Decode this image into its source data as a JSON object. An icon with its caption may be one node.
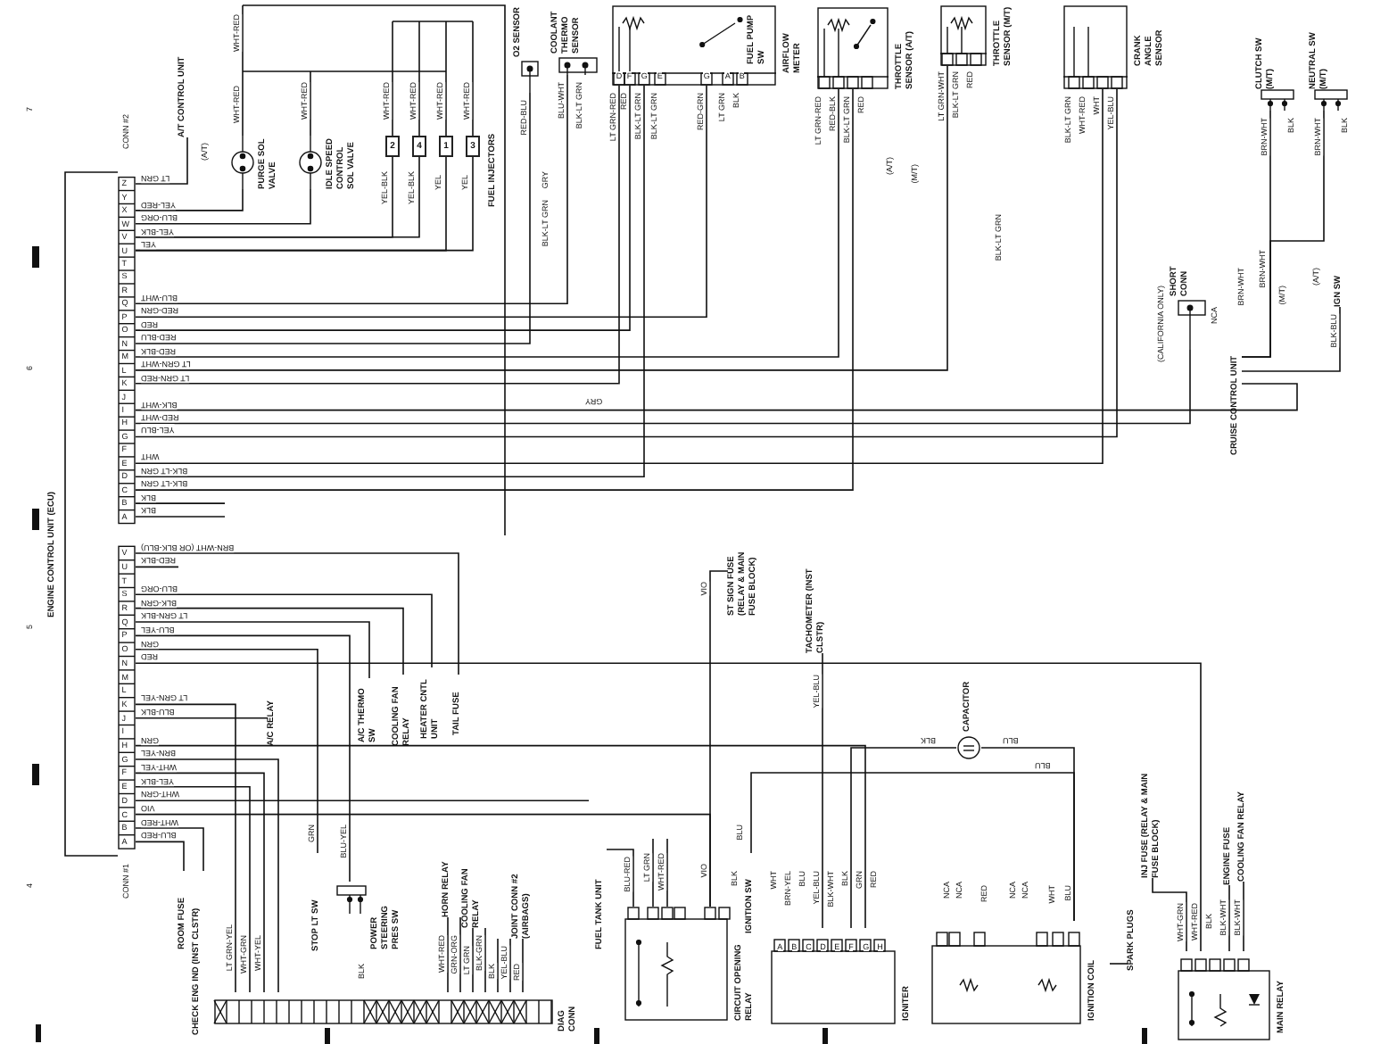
{
  "diagram": {
    "nodes": [
      {
        "text": [
          "ENGINE CONTROL UNIT (ECU)"
        ]
      },
      {
        "text": [
          "A/T CONTROL UNIT"
        ]
      },
      {
        "text": [
          "PURGE SOL VALVE"
        ]
      },
      {
        "text": [
          "IDLE SPEED CONTROL SOL VALVE"
        ]
      },
      {
        "text": [
          "FUEL INJECTORS"
        ]
      },
      {
        "text": [
          "2"
        ],
        "in": 4
      },
      {
        "text": [
          "4"
        ],
        "in": 4
      },
      {
        "text": [
          "1"
        ],
        "in": 4
      },
      {
        "text": [
          "3"
        ],
        "in": 4
      },
      {
        "text": [
          "O2 SENSOR"
        ]
      },
      {
        "text": [
          "COOLANT THERMO SENSOR"
        ]
      },
      {
        "text": [
          "FUEL PUMP SW",
          "AIRFLOW METER"
        ]
      },
      {
        "text": [
          "THROTTLE SENSOR (A/T)"
        ]
      },
      {
        "text": [
          "THROTTLE SENSOR (M/T)"
        ]
      },
      {
        "text": [
          "CRANK ANGLE SENSOR"
        ]
      },
      {
        "text": [
          "CLUTCH SW (M/T)"
        ]
      },
      {
        "text": [
          "NEUTRAL SW (M/T)"
        ]
      },
      {
        "text": [
          "SHORT CONN"
        ]
      },
      {
        "text": [
          "CRUISE CONTROL UNIT"
        ]
      },
      {
        "text": [
          "IGN SW"
        ]
      },
      {
        "text": [
          "A/C RELAY"
        ]
      },
      {
        "text": [
          "A/C THERMO SW"
        ]
      },
      {
        "text": [
          "COOLING FAN RELAY"
        ]
      },
      {
        "text": [
          "HEATER CNTL UNIT"
        ]
      },
      {
        "text": [
          "TAIL FUSE"
        ]
      },
      {
        "text": [
          "ROOM FUSE"
        ]
      },
      {
        "text": [
          "CHECK ENG IND (INST CLSTR)"
        ]
      },
      {
        "text": [
          "STOP LT SW"
        ]
      },
      {
        "text": [
          "POWER STEERING PRES SW"
        ]
      },
      {
        "text": [
          "HORN RELAY"
        ]
      },
      {
        "text": [
          "COOLING FAN RELAY"
        ]
      },
      {
        "text": [
          "JOINT CONN #2 (AIRBAGS)"
        ]
      },
      {
        "text": [
          "DIAG CONN"
        ]
      },
      {
        "text": [
          "FUEL TANK UNIT"
        ]
      },
      {
        "text": [
          "CIRCUIT OPENING RELAY"
        ]
      },
      {
        "text": [
          "ST SIGN FUSE (RELAY & MAIN FUSE BLOCK)"
        ]
      },
      {
        "text": [
          "TACHOMETER (INST CLSTR)"
        ]
      },
      {
        "text": [
          "IGNITION SW"
        ]
      },
      {
        "text": [
          "IGNITER"
        ]
      },
      {
        "text": [
          "CAPACITOR"
        ]
      },
      {
        "text": [
          "IGNITION COIL"
        ]
      },
      {
        "text": [
          "SPARK PLUGS"
        ]
      },
      {
        "text": [
          "INJ FUSE (RELAY & MAIN FUSE BLOCK)"
        ]
      },
      {
        "text": [
          "ENGINE FUSE"
        ]
      },
      {
        "text": [
          "COOLING FAN RELAY"
        ]
      },
      {
        "text": [
          "MAIN RELAY"
        ]
      }
    ],
    "edges": [
      {
        "from": 0,
        "to": 1,
        "arrow": "none",
        "label": "LT GRN"
      },
      {
        "from": 0,
        "to": 2,
        "arrow": "none",
        "label": "YEL-RED"
      },
      {
        "from": 0,
        "to": 3,
        "arrow": "none",
        "label": "BLU-ORG"
      },
      {
        "from": 0,
        "to": 5,
        "arrow": "none",
        "label": "YEL-BLK"
      },
      {
        "from": 0,
        "to": 6,
        "arrow": "none"
      },
      {
        "from": 0,
        "to": 7,
        "arrow": "none",
        "label": "YEL"
      },
      {
        "from": 0,
        "to": 8,
        "arrow": "none"
      },
      {
        "from": 0,
        "to": 10,
        "arrow": "none",
        "label": "BLU-WHT"
      },
      {
        "from": 0,
        "to": 11,
        "arrow": "none",
        "label": "RED-GRN"
      },
      {
        "from": 0,
        "to": 11,
        "arrow": "none",
        "label": "RED"
      },
      {
        "from": 0,
        "to": 9,
        "arrow": "none",
        "label": "RED-BLU"
      },
      {
        "from": 0,
        "to": 12,
        "arrow": "none",
        "label": "RED-BLK"
      },
      {
        "from": 0,
        "to": 13,
        "arrow": "none",
        "label": "LT GRN-WHT"
      },
      {
        "from": 0,
        "to": 11,
        "arrow": "none",
        "label": "LT GRN-RED"
      },
      {
        "from": 0,
        "to": 18,
        "arrow": "none",
        "label": "BLK-WHT"
      },
      {
        "from": 0,
        "to": 17,
        "arrow": "none",
        "label": "RED-WHT"
      },
      {
        "from": 0,
        "to": 14,
        "arrow": "none",
        "label": "YEL-BLU"
      },
      {
        "from": 0,
        "to": 14,
        "arrow": "none",
        "label": "WHT"
      },
      {
        "from": 0,
        "to": 11,
        "arrow": "none",
        "label": "BLK-LT GRN"
      },
      {
        "from": 0,
        "to": 12,
        "arrow": "none",
        "label": "BLK-LT GRN"
      },
      {
        "from": 0,
        "to": null,
        "arrow": "none",
        "label": "BLK"
      },
      {
        "from": 0,
        "to": null,
        "arrow": "none",
        "label": "BLK"
      },
      {
        "from": 0,
        "to": 24,
        "arrow": "none",
        "label": "BRN-WHT (OR BLK-BLU)"
      },
      {
        "from": 0,
        "to": null,
        "arrow": "none",
        "label": "RED-BLK"
      },
      {
        "from": 0,
        "to": 23,
        "arrow": "none",
        "label": "BLU-ORG"
      },
      {
        "from": 0,
        "to": 22,
        "arrow": "none",
        "label": "BLK-GRN"
      },
      {
        "from": 0,
        "to": 21,
        "arrow": "none",
        "label": "LT GRN-BLK"
      },
      {
        "from": 0,
        "to": 28,
        "arrow": "none",
        "label": "BLU-YEL"
      },
      {
        "from": 0,
        "to": 27,
        "arrow": "none",
        "label": "GRN"
      },
      {
        "from": 0,
        "to": 45,
        "arrow": "none",
        "label": "RED"
      },
      {
        "from": 0,
        "to": 32,
        "arrow": "none",
        "label": "LT GRN-YEL"
      },
      {
        "from": 0,
        "to": 20,
        "arrow": "none",
        "label": "BLU-BLK"
      },
      {
        "from": 0,
        "to": 38,
        "arrow": "none",
        "label": "GRN"
      },
      {
        "from": 0,
        "to": 32,
        "arrow": "none",
        "label": "BRN-YEL"
      },
      {
        "from": 0,
        "to": 32,
        "arrow": "none",
        "label": "WHT-YEL"
      },
      {
        "from": 0,
        "to": 32,
        "arrow": "none",
        "label": "YEL-BLK"
      },
      {
        "from": 0,
        "to": null,
        "arrow": "none",
        "label": "WHT-GRN"
      },
      {
        "from": 0,
        "to": 34,
        "arrow": "none",
        "label": "VIO"
      },
      {
        "from": 0,
        "to": 26,
        "arrow": "none",
        "label": "WHT-RED"
      },
      {
        "from": 0,
        "to": 25,
        "arrow": "none",
        "label": "BLU-RED"
      },
      {
        "from": null,
        "to": 2,
        "arrow": "none",
        "label": "WHT-RED"
      },
      {
        "from": null,
        "to": 3,
        "arrow": "none",
        "label": "WHT-RED"
      },
      {
        "from": null,
        "to": 5,
        "arrow": "none",
        "label": "WHT-RED"
      },
      {
        "from": null,
        "to": 6,
        "arrow": "none",
        "label": "WHT-RED"
      },
      {
        "from": null,
        "to": 7,
        "arrow": "none",
        "label": "WHT-RED"
      },
      {
        "from": null,
        "to": 8,
        "arrow": "none",
        "label": "WHT-RED"
      },
      {
        "from": 15,
        "to": 18,
        "arrow": "none",
        "label": "BRN-WHT"
      },
      {
        "from": 16,
        "to": 18,
        "arrow": "none",
        "label": "BRN-WHT"
      },
      {
        "from": 19,
        "to": 18,
        "arrow": "none",
        "label": "BLK-BLU"
      },
      {
        "from": 33,
        "to": 34,
        "arrow": "none",
        "label": "BLU-RED"
      },
      {
        "from": 35,
        "to": 34,
        "arrow": "none",
        "label": "VIO"
      },
      {
        "from": 36,
        "to": 38,
        "arrow": "none",
        "label": "YEL-BLU"
      },
      {
        "from": 37,
        "to": 40,
        "arrow": "none",
        "label": "BLU"
      },
      {
        "from": 39,
        "to": 40,
        "arrow": "none",
        "label": "BLU"
      },
      {
        "from": 38,
        "to": 39,
        "arrow": "none",
        "label": "BLK"
      },
      {
        "from": 40,
        "to": 41,
        "arrow": "none"
      },
      {
        "from": 42,
        "to": 45,
        "arrow": "none",
        "label": "WHT-GRN"
      },
      {
        "from": 43,
        "to": 45,
        "arrow": "none",
        "label": "BLK-WHT"
      },
      {
        "from": 44,
        "to": 45,
        "arrow": "none",
        "label": "BLK-WHT"
      },
      {
        "from": 29,
        "to": 32,
        "arrow": "none",
        "label": "WHT-RED"
      },
      {
        "from": 29,
        "to": 32,
        "arrow": "none",
        "label": "GRN-ORG"
      },
      {
        "from": 30,
        "to": 32,
        "arrow": "none",
        "label": "LT GRN"
      },
      {
        "from": 30,
        "to": 32,
        "arrow": "none",
        "label": "BLK-GRN"
      },
      {
        "from": 31,
        "to": 32,
        "arrow": "none",
        "label": "BLK"
      },
      {
        "from": 31,
        "to": 32,
        "arrow": "none",
        "label": "YEL-BLU"
      },
      {
        "from": 31,
        "to": 32,
        "arrow": "none",
        "label": "RED"
      },
      {
        "from": null,
        "to": 34,
        "arrow": "none",
        "label": "LT GRN"
      },
      {
        "from": null,
        "to": 34,
        "arrow": "none",
        "label": "WHT-RED"
      }
    ],
    "labels": [
      "7",
      "6",
      "5",
      "4",
      "CONN #2",
      "Z",
      "Y",
      "X",
      "W",
      "V",
      "U",
      "T",
      "S",
      "R",
      "Q",
      "P",
      "O",
      "N",
      "M",
      "L",
      "K",
      "J",
      "I",
      "H",
      "G",
      "F",
      "E",
      "D",
      "C",
      "B",
      "A",
      "CONN #1",
      "V",
      "U",
      "T",
      "S",
      "R",
      "Q",
      "P",
      "O",
      "N",
      "M",
      "L",
      "K",
      "J",
      "I",
      "H",
      "G",
      "F",
      "E",
      "D",
      "C",
      "B",
      "A",
      "(A/T)",
      "WHT-RED",
      "YEL-BLK",
      "YEL-BLK",
      "YEL",
      "YEL",
      "RED-BLU",
      "BLU-WHT",
      "BLK-LT GRN",
      "D",
      "F",
      "G",
      "E",
      "G",
      "A",
      "B",
      "LT GRN-RED",
      "RED",
      "BLK-LT GRN",
      "BLK-LT GRN",
      "RED-GRN",
      "LT GRN",
      "BLK",
      "GRY",
      "BLK-LT GRN",
      "GRY",
      "LT GRN-RED",
      "RED-BLK",
      "BLK-LT GRN",
      "RED",
      "(A/T)",
      "(M/T)",
      "LT GRN-WHT",
      "BLK-LT GRN",
      "RED",
      "BLK-LT GRN",
      "BLK-LT GRN",
      "WHT-RED",
      "WHT",
      "YEL-BLU",
      "BLK",
      "BLK",
      "BRN-WHT",
      "BRN-WHT",
      "(M/T)",
      "(A/T)",
      "(CALIFORNIA ONLY)",
      "NCA",
      "GRN",
      "BLU-YEL",
      "BLK",
      "LT GRN-YEL",
      "WHT-GRN",
      "WHT-YEL",
      "VIO",
      "BLK",
      "A",
      "B",
      "C",
      "D",
      "E",
      "F",
      "G",
      "H",
      "WHT",
      "BRN-YEL",
      "BLU",
      "YEL-BLU",
      "BLK-WHT",
      "BLK",
      "GRN",
      "RED",
      "BLU",
      "NCA",
      "NCA",
      "RED",
      "NCA",
      "NCA",
      "WHT",
      "BLU",
      "WHT-RED",
      "BLK"
    ]
  }
}
